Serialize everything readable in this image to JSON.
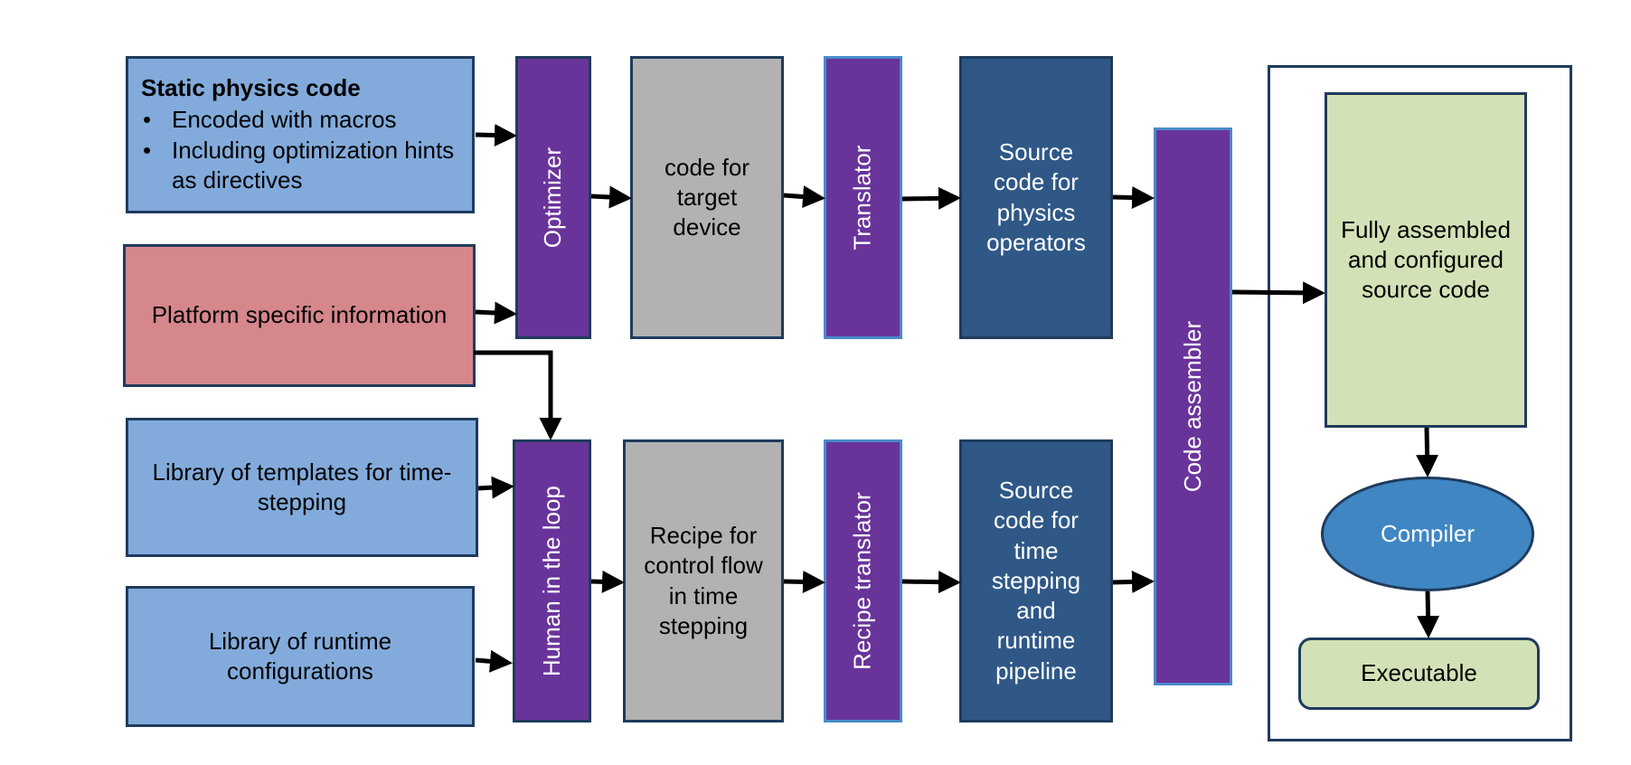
{
  "static_physics": {
    "title": "Static physics code",
    "bullets": [
      "Encoded with macros",
      "Including optimization hints as directives"
    ]
  },
  "platform_info": "Platform specific information",
  "templates_library": "Library of templates for time-stepping",
  "runtime_library": "Library of runtime configurations",
  "optimizer": "Optimizer",
  "human_in_loop": "Human in the loop",
  "target_code": "code for target device",
  "recipe": "Recipe for control flow in time stepping",
  "translator": "Translator",
  "recipe_translator": "Recipe translator",
  "physics_source": "Source code for physics operators",
  "timestepping_source": "Source code for time stepping and runtime pipeline",
  "code_assembler": "Code assembler",
  "assembled_source": "Fully assembled and configured source code",
  "compiler": "Compiler",
  "executable": "Executable",
  "colors": {
    "input_blue": "#82abdc",
    "platform_pink": "#d5878b",
    "process_purple": "#69349a",
    "intermediate_gray": "#b2b2b2",
    "source_navy": "#2f5887",
    "output_green": "#d3e2b6",
    "compiler_blue": "#3f86c3"
  }
}
